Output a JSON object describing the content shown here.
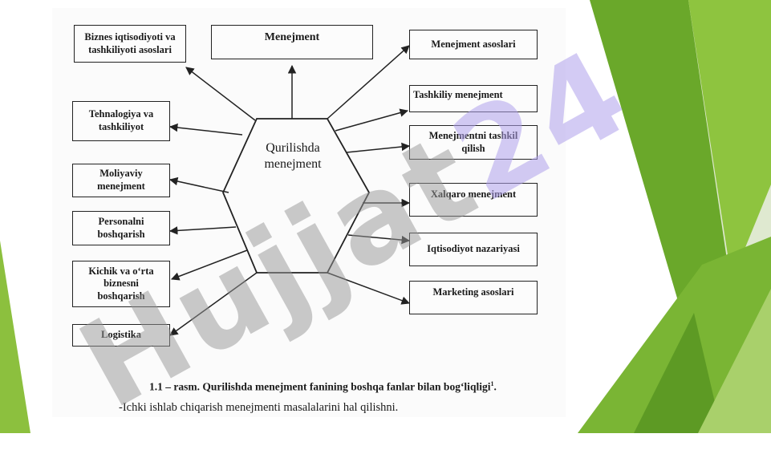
{
  "diagram": {
    "top_box": "Menejment",
    "center": "Qurilishda\nmenejment",
    "left_boxes": [
      "Biznes iqtisodiyoti va\ntashkiliyoti asoslari",
      "Tehnalogiya va\ntashkiliyot",
      "Moliyaviy\nmenejment",
      "Personalni\nboshqarish",
      "Kichik va o‘rta\nbiznesni\nboshqarish",
      "Logistika"
    ],
    "right_boxes": [
      "Menejment asoslari",
      "Tashkiliy menejment",
      "Menejmentni tashkil\nqilish",
      "Xalqaro menejment",
      "Iqtisodiyot nazariyasi",
      "Marketing asoslari"
    ]
  },
  "caption": "1.1 – rasm. Qurilishda menejment fanining boshqa fanlar bilan bog‘liqligi",
  "caption_note": "1",
  "body_text": "-Ichki ishlab chiqarish menejmenti masalalarini hal qilishni.",
  "watermark": {
    "main": "Hujjat",
    "tail": "24"
  },
  "colors": {
    "green_dark": "#5f9a23",
    "green_mid": "#7fb834",
    "green_light": "#a8cf68",
    "ink": "#1a1a1a"
  }
}
